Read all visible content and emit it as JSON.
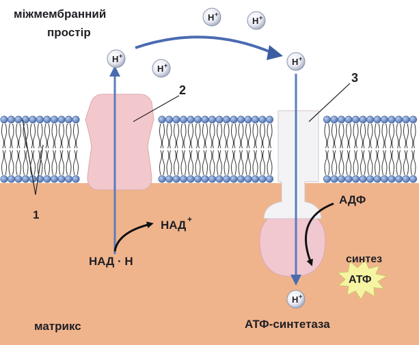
{
  "labels": {
    "intermembrane_space": [
      "міжмембранний",
      "простір"
    ],
    "matrix": "матрикс",
    "atp_synthase": "АТФ-синтетаза",
    "nadh": "НАД · Н",
    "nad_plus": "НАД",
    "nad_plus_sup": "+",
    "adp": "АДФ",
    "synthesis": "синтез",
    "atp": "АТФ",
    "proton": "H",
    "proton_sup": "+",
    "callout_1": "1",
    "callout_2": "2",
    "callout_3": "3"
  },
  "colors": {
    "intermembrane_bg": "#ffffff",
    "matrix_bg": "#f0b48c",
    "membrane_head": "#6a8fcd",
    "protein": "#f2c8cc",
    "protein_light": "#f3f3f6",
    "arrow_blue": "#4a6bb0",
    "atp_star": "#f6f3a2",
    "text": "#1e1e24"
  }
}
